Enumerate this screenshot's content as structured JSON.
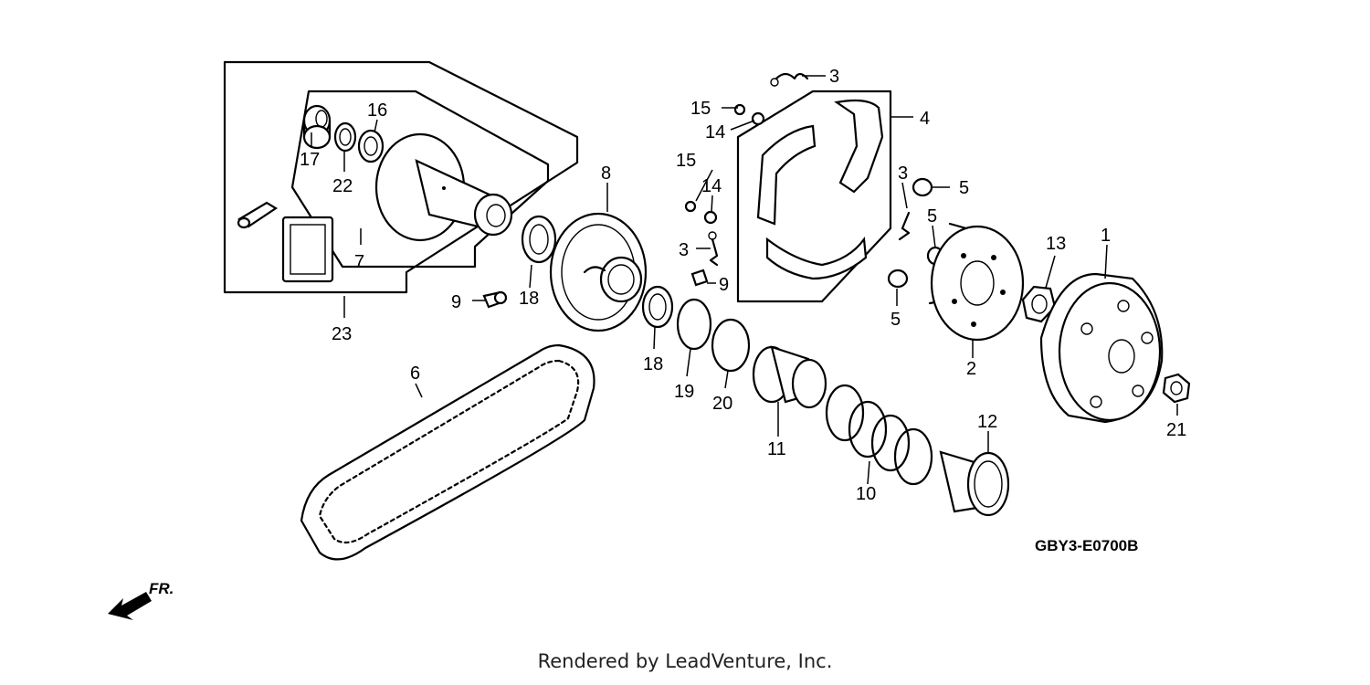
{
  "diagram": {
    "code": "GBY3-E0700B",
    "direction_label": "FR.",
    "credit": "Rendered by LeadVenture, Inc.",
    "callouts": {
      "c1": "1",
      "c2": "2",
      "c3a": "3",
      "c3b": "3",
      "c3c": "3",
      "c4": "4",
      "c5a": "5",
      "c5b": "5",
      "c5c": "5",
      "c6": "6",
      "c7": "7",
      "c8": "8",
      "c9a": "9",
      "c9b": "9",
      "c10": "10",
      "c11": "11",
      "c12": "12",
      "c13": "13",
      "c14a": "14",
      "c14b": "14",
      "c15a": "15",
      "c15b": "15",
      "c16": "16",
      "c17": "17",
      "c18a": "18",
      "c18b": "18",
      "c19": "19",
      "c20": "20",
      "c21": "21",
      "c22": "22",
      "c23": "23"
    }
  }
}
